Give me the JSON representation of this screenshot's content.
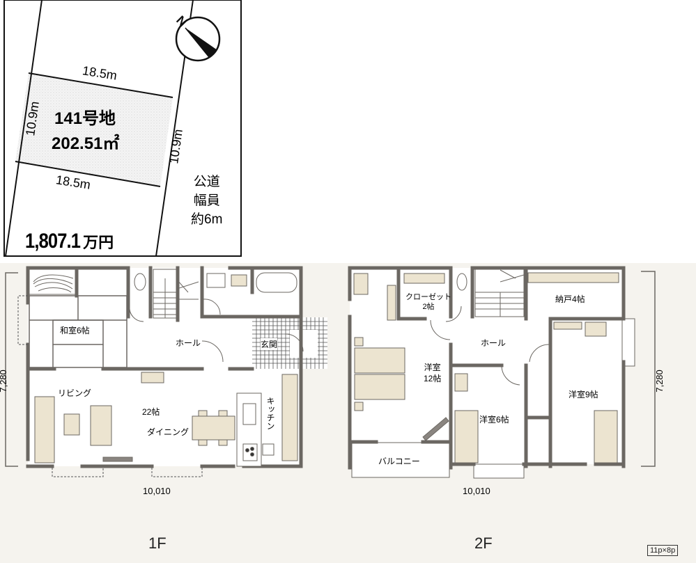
{
  "site_plan": {
    "lot_number": "141号地",
    "area": "202.51㎡",
    "top_width": "18.5m",
    "bottom_width": "18.5m",
    "left_depth": "10.9m",
    "right_depth": "10.9m",
    "road_line1": "公道",
    "road_line2": "幅員",
    "road_line3": "約6m",
    "price_number": "1,807.1",
    "price_unit": "万円",
    "compass_label": "N",
    "compass_icon": "north-arrow-icon"
  },
  "floor1": {
    "label": "1F",
    "width_dim": "10,010",
    "depth_dim": "7,280",
    "rooms": {
      "washitsu": "和室6帖",
      "hall": "ホール",
      "genkan": "玄関",
      "living": "リビング",
      "ldk_size": "22帖",
      "dining": "ダイニング",
      "kitchen": "キッチン"
    }
  },
  "floor2": {
    "label": "2F",
    "width_dim": "10,010",
    "depth_dim": "7,280",
    "rooms": {
      "closet": "クローゼット",
      "closet_size": "2帖",
      "storage": "納戸4帖",
      "hall": "ホール",
      "western12_a": "洋室",
      "western12_b": "12帖",
      "western6": "洋室6帖",
      "western9": "洋室9帖",
      "balcony": "バルコニー"
    }
  },
  "scale_tag": "11p×8p",
  "colors": {
    "wall": "#6b6762",
    "furniture": "#ece4d0",
    "background": "#f5f3ee"
  }
}
